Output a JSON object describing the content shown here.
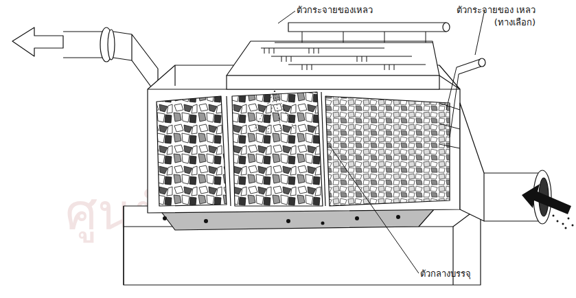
{
  "diagram": {
    "labels": [
      "ตัวกระจายของเหลว",
      "ตัวกระจายของ เหลว (ทางเลือก)",
      "ตัวกลางบรรจุ",
      "ศูนย์วิทยทรัพยากร"
    ]
  }
}
